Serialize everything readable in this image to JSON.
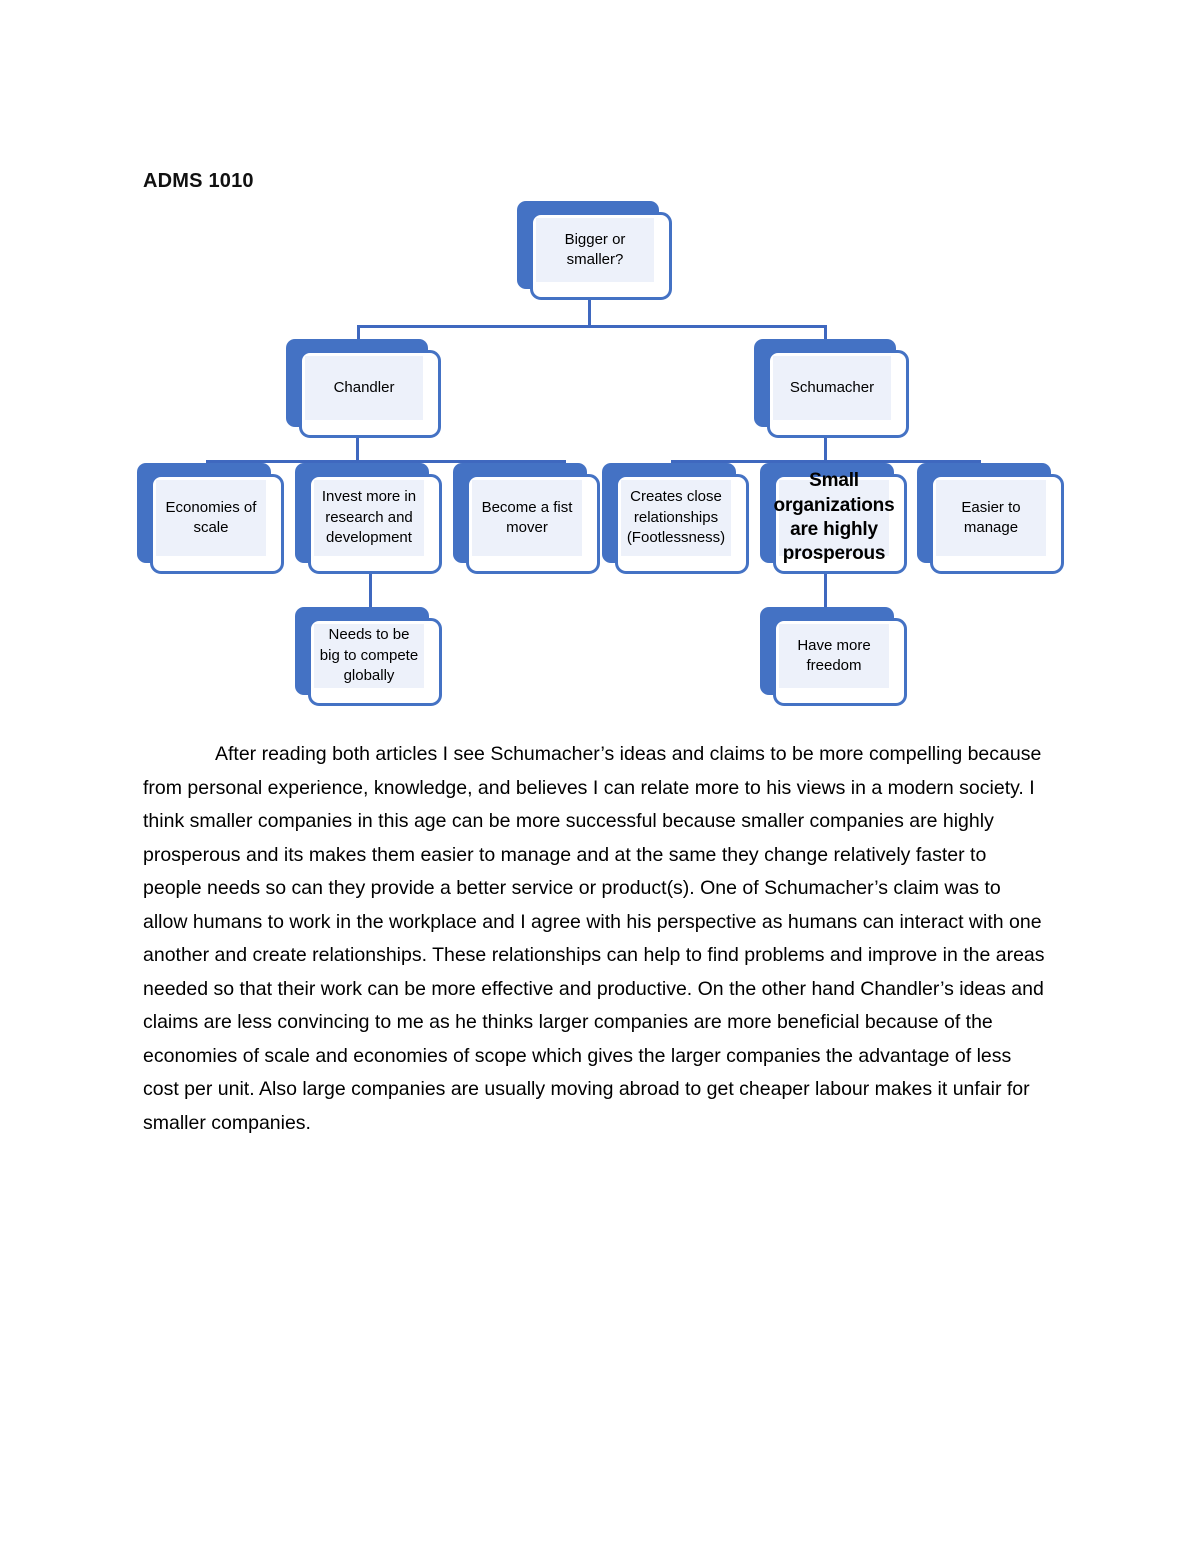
{
  "document": {
    "heading": "ADMS 1010"
  },
  "colors": {
    "node_blue": "#4472c4",
    "node_panel": "#edf1fa",
    "connector": "#3f68bf",
    "page_background": "#ffffff",
    "text": "#000000"
  },
  "diagram": {
    "type": "hierarchy",
    "root": {
      "id": "root",
      "label": "Bigger or\nsmaller?"
    },
    "level2": [
      {
        "id": "chandler",
        "label": "Chandler"
      },
      {
        "id": "schumacher",
        "label": "Schumacher"
      }
    ],
    "level3_chandler": [
      {
        "id": "economies-of-scale",
        "label": "Economies of\nscale"
      },
      {
        "id": "invest-rnd",
        "label": "Invest more in\nresearch and\ndevelopment"
      },
      {
        "id": "fist-mover",
        "label": "Become a fist\nmover"
      }
    ],
    "level3_schumacher": [
      {
        "id": "close-relationships",
        "label": "Creates close\nrelationships\n(Footlessness)"
      },
      {
        "id": "small-orgs-prosperous",
        "label": "Small\norganizations\nare highly\nprosperous",
        "emphasis": true
      },
      {
        "id": "easier-to-manage",
        "label": "Easier to\nmanage"
      }
    ],
    "level4": [
      {
        "id": "needs-big-global",
        "label": "Needs to be\nbig to compete\nglobally",
        "parent": "invest-rnd"
      },
      {
        "id": "have-more-freedom",
        "label": "Have more\nfreedom",
        "parent": "small-orgs-prosperous"
      }
    ]
  },
  "body": {
    "paragraph": "After reading both articles I see Schumacher’s ideas and claims to be more compelling because from personal experience, knowledge, and believes I can relate more to his views in a modern society. I think smaller companies in this age can be more successful because smaller companies are highly prosperous and its makes them easier to manage and at the same they change relatively faster to people needs so can they provide a better service or product(s). One of Schumacher’s claim was to allow humans to work in the workplace and I agree with his perspective as humans can interact with one another and create relationships. These relationships can help to find problems and improve in the areas needed so that their work can be more effective and productive. On the other hand Chandler’s ideas and claims are less convincing to me as he thinks larger companies are more beneficial because of the economies of scale and economies of scope which gives the larger companies the advantage of less cost per unit. Also large companies are usually moving abroad to get cheaper labour makes it unfair for smaller companies."
  }
}
